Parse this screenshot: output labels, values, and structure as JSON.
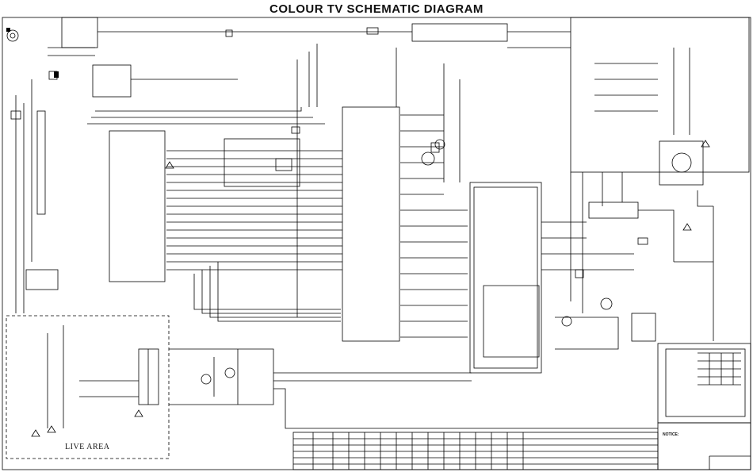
{
  "title": "COLOUR TV SCHEMATIC DIAGRAM",
  "live_area_label": "LIVE AREA",
  "notice_label": "NOTICE:"
}
